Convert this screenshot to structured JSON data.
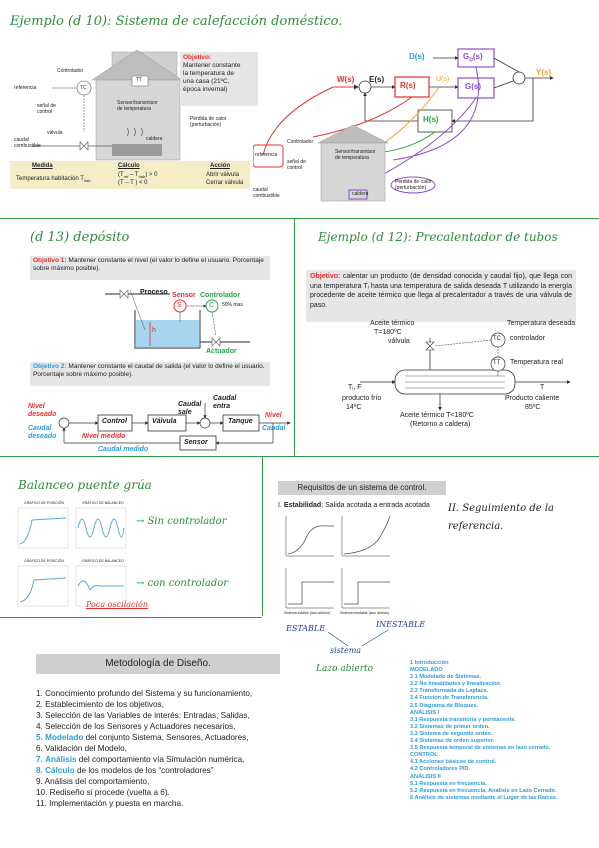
{
  "sec1": {
    "title": "Ejemplo (d 10): Sistema de calefacción doméstico.",
    "house": {
      "controlador": "Controlador",
      "referencia": "referencia",
      "tc": "TC",
      "tt": "TT",
      "senal": "señal de",
      "control": "control",
      "valvula": "válvula",
      "caudal": "caudal",
      "combustible": "combustible",
      "sensor": "Sensor/transmisor",
      "sensor2": "de temperatura",
      "caldera": "caldera",
      "perdida": "Pérdida de calor",
      "perturbacion": "(perturbación)"
    },
    "objetivo": {
      "head": "Objetivo:",
      "l1": "Mantener constante",
      "l2": "la temperatura de",
      "l3": "una casa (21ºC,",
      "l4": "época invernal)"
    },
    "table": {
      "h1": "Medida",
      "h2": "Cálculo",
      "h3": "Acción",
      "r1c1": "Temperatura habitación T",
      "r1c1sub": "hab",
      "r1c2a": "(T",
      "r1c2b": "ref",
      "r1c2c": " – T",
      "r1c2d": "hab",
      "r1c2e": ") > 0",
      "r2c2": "(T   – T   ) < 0",
      "r1c3": "Abrir válvula",
      "r2c3": "Cerrar válvula"
    },
    "block": {
      "W": "W(s)",
      "E": "E(s)",
      "R": "R(s)",
      "D": "D(s)",
      "GD": "G",
      "GDsub": "D",
      "GDend": "(s)",
      "G": "G(s)",
      "H": "H(s)",
      "U": "U(s)",
      "Y": "Y(s)"
    },
    "mini": {
      "referencia": "referencia",
      "controlador": "Controlador",
      "senal": "señal de control",
      "sensor": "Sensor/transmisor de temperatura",
      "perdida": "Pérdida de calor (perturbación)",
      "caudal": "caudal combustible",
      "caldera": "caldera"
    }
  },
  "sec2": {
    "title": "(d 13) depósito",
    "obj1_head": "Objetivo 1:",
    "obj1_text": " Mantener constante el nivel (el valor lo define el usuario. Porcentaje sobre máximo posible).",
    "proceso": "Proceso",
    "sensor": "Sensor",
    "controlador": "Controlador",
    "s": "S",
    "c": "C",
    "mas": "50% mas",
    "h": "h",
    "actuador": "Actuador",
    "obj2_head": "Objetivo 2:",
    "obj2_text": " Mantener constante el caudal de salida (el valor lo define el usuario. Porcentaje sobre máximo posible).",
    "nivel_deseado": "Nivel deseado",
    "caudal_deseado": "Caudal deseado",
    "control": "Control",
    "valvula": "Válvula",
    "caudal_sale": "Caudal sale",
    "caudal_entra": "Caudal entra",
    "tanque": "Tanque",
    "nivel": "Nivel",
    "caudal": "Caudal",
    "nivel_medido": "Nivel medido",
    "caudal_medido": "Caudal medido",
    "sensor_block": "Sensor"
  },
  "sec3": {
    "title": "Ejemplo (d 12): Precalentador de tubos",
    "obj_head": "Objetivo:",
    "obj_text": " calentar un producto (de densidad conocida y caudal fijo), que llega con una temperatura Tᵢ hasta una temperatura de salida deseada T utilizando la energía procedente de aceite térmico que llega al precalentador a través de una válvula de paso.",
    "aceite": "Aceite térmico",
    "t180": "T=180ºC",
    "valvula": "válvula",
    "temp_deseada": "Temperatura deseada",
    "tc": "TC",
    "controlador": "controlador",
    "tt": "TT",
    "temp_real": "Temperatura real",
    "ti_f": "Tᵢ, F",
    "producto_frio": "producto frío",
    "t14": "14ºC",
    "t": "T",
    "producto_caliente": "Producto  caliente",
    "t85": "85ºC",
    "aceite_out": "Aceite térmico T<180ºC",
    "retorno": "(Retorno a caldera)"
  },
  "sec4": {
    "title": "Balanceo puente grúa",
    "sin": "Sin controlador",
    "con": "con controlador",
    "poca": "Poca oscilación",
    "plot_titles": [
      "GRÁFICO DE POSICIÓN",
      "GRÁFICO DE BALANCEO",
      "GRÁFICO DE POSICIÓN",
      "GRÁFICO DE BALANCEO"
    ]
  },
  "sec5": {
    "header": "Requisitos de un sistema de control.",
    "estabilidad_num": "I.",
    "estabilidad": "Estabilidad",
    "estabilidad_text": ":  Salida acotada a entrada acotada",
    "plot_cap1": "Sistema estable (lazo abierto)",
    "plot_cap2": "Sistema inestable (lazo abierto)",
    "seg": "II. Seguimiento de la referencia.",
    "estable": "ESTABLE",
    "inestable": "INESTABLE",
    "sistema": "sistema",
    "lazo": "Lazo abierto"
  },
  "sec6": {
    "header": "Metodología de Diseño.",
    "items": [
      {
        "n": "1.",
        "pre": "Conocimiento profundo del Sistema y su funcionamiento,",
        "hl": "",
        "post": ""
      },
      {
        "n": "2.",
        "pre": "Establecimiento de los objetivos,",
        "hl": "",
        "post": ""
      },
      {
        "n": "3.",
        "pre": "Selección de las Variables de interés: Entradas, Salidas,",
        "hl": "",
        "post": ""
      },
      {
        "n": "4.",
        "pre": "Selección de los Sensores y Actuadores necesarios,",
        "hl": "",
        "post": ""
      },
      {
        "n": "5.",
        "pre": "",
        "hl": "Modelado",
        "post": " del conjunto Sistema, Sensores, Actuadores,"
      },
      {
        "n": "6.",
        "pre": "Validación del Modelo,",
        "hl": "",
        "post": ""
      },
      {
        "n": "7.",
        "pre": "",
        "hl": "Análisis",
        "post": " del comportamiento vía Simulación numérica,"
      },
      {
        "n": "8.",
        "pre": "",
        "hl": "Cálculo",
        "post": " de los modelos de los “controladores”"
      },
      {
        "n": "9.",
        "pre": "Análisis del comportamiento,",
        "hl": "",
        "post": ""
      },
      {
        "n": "10.",
        "pre": "Rediseño si procede (vuelta a 6).",
        "hl": "",
        "post": ""
      },
      {
        "n": "11.",
        "pre": "Implementación y  puesta en marcha.",
        "hl": "",
        "post": ""
      }
    ]
  },
  "toc": [
    "1 Introducción",
    "MODELADO",
    "2.1 Modelado de Sistemas.",
    "2.2 No linealidades y linealización.",
    "2.3 Transformada de Laplace.",
    "2.4 Función de Transferencia.",
    "2.5 Diagrama de Bloques.",
    "ANÁLISIS I",
    "3.1 Respuesta transitoria y permanente.",
    "3.2 Sistemas de primer orden.",
    "3.3 Sistema de segundo orden.",
    "3.4 Sistemas de orden superior.",
    "3.5 Respuesta temporal de sistemas en lazo cerrado.",
    "CONTROL",
    "4.1 Acciones básicas de control.",
    "4.2 Controladores PID.",
    "ANÁLISIS II",
    "5.1 Respuesta en frecuencia.",
    "5.2 Respuesta en frecuencia. Análisis en Lazo Cerrado.",
    "6 Análisis de sistemas mediante el Lugar de las Raíces."
  ]
}
